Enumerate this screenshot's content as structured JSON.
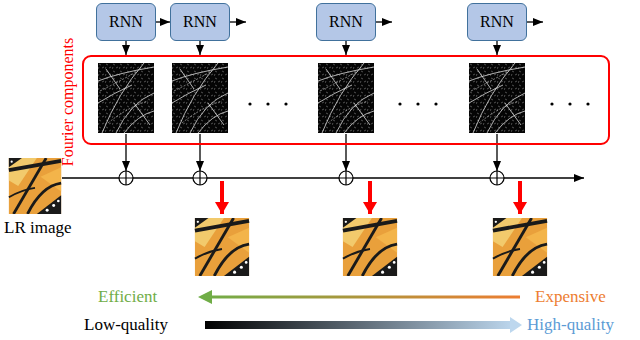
{
  "diagram": {
    "nodes": [
      {
        "text": [
          "RNN"
        ]
      },
      {
        "text": [
          "RNN"
        ]
      },
      {
        "text": [
          "RNN"
        ]
      },
      {
        "text": [
          "RNN"
        ]
      },
      {
        "text": [
          "Fourier components"
        ]
      }
    ],
    "edges": [
      {
        "from": 0,
        "to": 1,
        "arrow": "to"
      },
      {
        "from": 0,
        "to": 4,
        "arrow": "to"
      },
      {
        "from": 1,
        "to": 4,
        "arrow": "to"
      },
      {
        "from": 2,
        "to": 4,
        "arrow": "to"
      },
      {
        "from": 3,
        "to": 4,
        "arrow": "to"
      }
    ],
    "labels": [
      "LR image",
      "Efficient",
      "Expensive",
      "Low-quality",
      "High-quality"
    ]
  }
}
